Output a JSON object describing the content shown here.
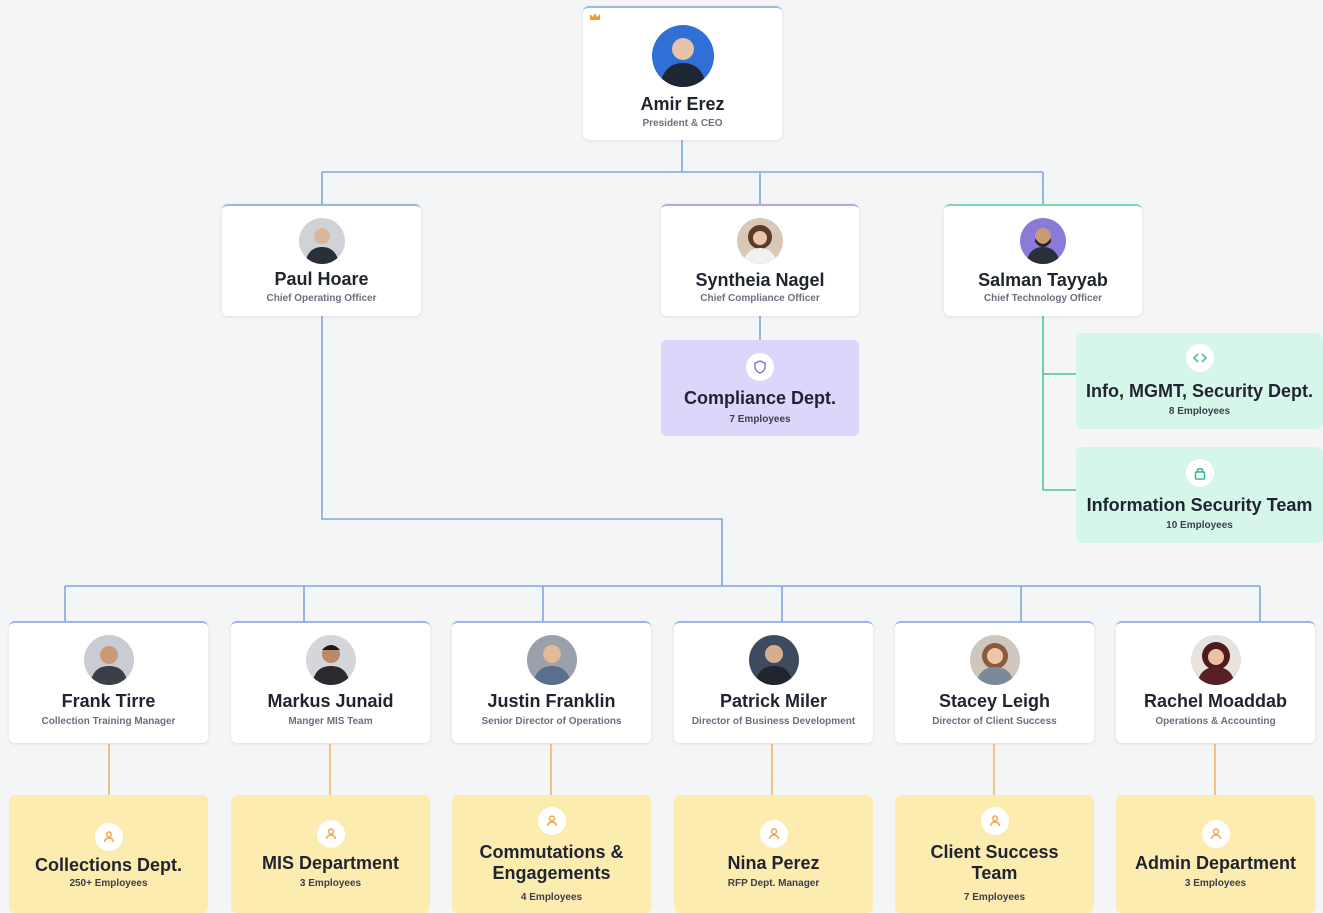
{
  "ceo": {
    "name": "Amir Erez",
    "role": "President & CEO",
    "icon": "crown-icon"
  },
  "executives": [
    {
      "id": "paul",
      "name": "Paul Hoare",
      "role": "Chief Operating Officer"
    },
    {
      "id": "syntheia",
      "name": "Syntheia Nagel",
      "role": "Chief Compliance Officer"
    },
    {
      "id": "salman",
      "name": "Salman Tayyab",
      "role": "Chief Technology Officer"
    }
  ],
  "compliance_dept": {
    "name": "Compliance Dept.",
    "count": "7 Employees",
    "icon": "shield-icon"
  },
  "tech_depts": [
    {
      "name": "Info, MGMT, Security Dept.",
      "count": "8 Employees",
      "icon": "code-icon"
    },
    {
      "name": "Information Security Team",
      "count": "10 Employees",
      "icon": "lock-icon"
    }
  ],
  "managers": [
    {
      "name": "Frank Tirre",
      "role": "Collection Training Manager"
    },
    {
      "name": "Markus Junaid",
      "role": "Manger MIS Team"
    },
    {
      "name": "Justin Franklin",
      "role": "Senior Director of Operations"
    },
    {
      "name": "Patrick Miler",
      "role": "Director of Business Development"
    },
    {
      "name": "Stacey Leigh",
      "role": "Director of Client Success"
    },
    {
      "name": "Rachel Moaddab",
      "role": "Operations & Accounting"
    }
  ],
  "ops_depts": [
    {
      "name": "Collections Dept.",
      "count": "250+ Employees",
      "icon": "person-icon"
    },
    {
      "name": "MIS Department",
      "count": "3 Employees",
      "icon": "person-icon"
    },
    {
      "name": "Commutations & Engagements",
      "count": "4 Employees",
      "icon": "person-icon"
    },
    {
      "name": "Nina Perez",
      "count": "RFP Dept. Manager",
      "icon": "person-icon"
    },
    {
      "name": "Client Success Team",
      "count": "7 Employees",
      "icon": "person-icon"
    },
    {
      "name": "Admin Department",
      "count": "3 Employees",
      "icon": "person-icon"
    }
  ],
  "colors": {
    "background": "#f4f5f7",
    "connector_blue": "#7ea6e0",
    "connector_green": "#4cc492",
    "connector_orange": "#f2b46a",
    "purple_dept": "#dcd6fb",
    "teal_dept": "#d7f6ea",
    "yellow_dept": "#fdecb0",
    "crown": "#f39a2a"
  }
}
